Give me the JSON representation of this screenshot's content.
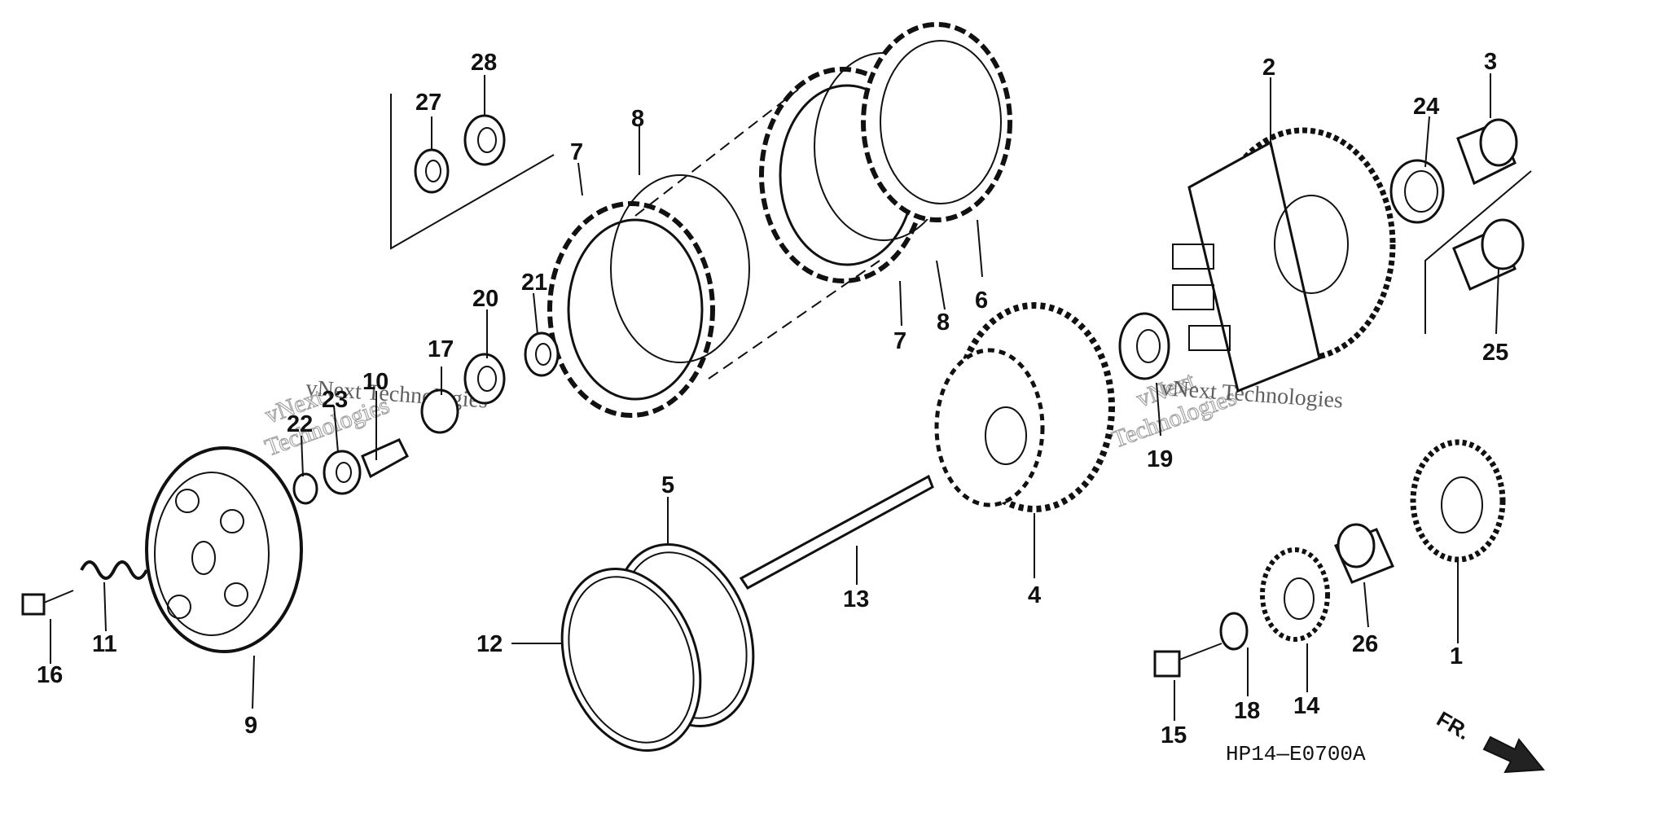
{
  "diagram": {
    "labels": {
      "p1": "1",
      "p2": "2",
      "p3": "3",
      "p4": "4",
      "p5": "5",
      "p6": "6",
      "p7a": "7",
      "p7b": "7",
      "p8a": "8",
      "p8b": "8",
      "p9": "9",
      "p10": "10",
      "p11": "11",
      "p12": "12",
      "p13": "13",
      "p14": "14",
      "p15": "15",
      "p16": "16",
      "p17": "17",
      "p18": "18",
      "p19": "19",
      "p20": "20",
      "p21": "21",
      "p22": "22",
      "p23": "23",
      "p24": "24",
      "p25": "25",
      "p26": "26",
      "p27": "27",
      "p28": "28"
    },
    "diagram_code": "HP14—E0700A",
    "front_marker": "FR.",
    "watermarks": {
      "brand_line1": "vNext",
      "brand_line2": "Technologies",
      "small_left": "vNext Technologies",
      "small_right": "vNext Technologies"
    },
    "colors": {
      "line": "#111111",
      "background": "#ffffff"
    }
  }
}
